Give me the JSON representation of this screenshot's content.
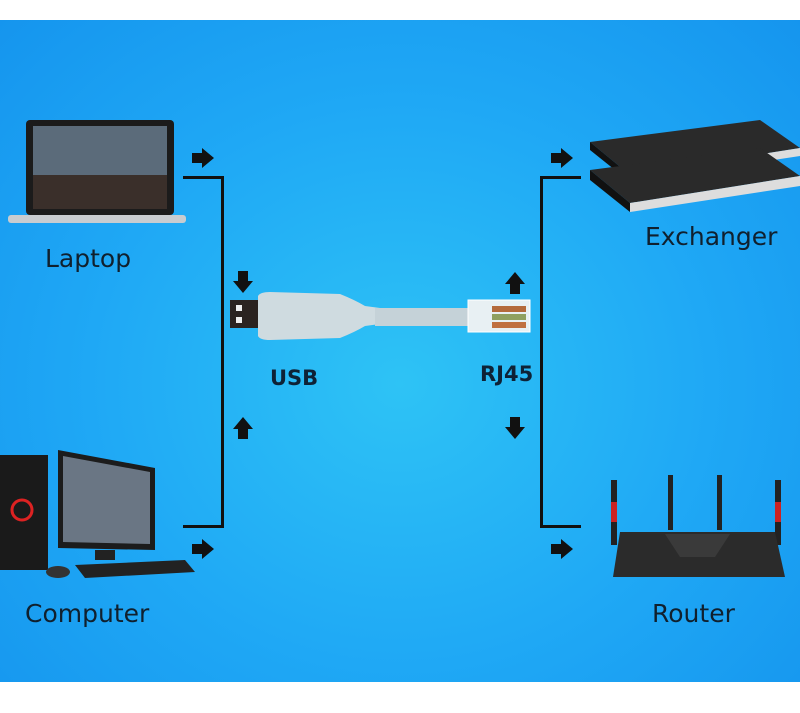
{
  "labels": {
    "laptop": "Laptop",
    "computer": "Computer",
    "exchanger": "Exchanger",
    "router": "Router",
    "usb": "USB",
    "rj45": "RJ45"
  },
  "colors": {
    "background": "#1fa8f5",
    "connector_line": "#111111",
    "cable": "#c9d6dc"
  },
  "icons": [
    "laptop-icon",
    "computer-icon",
    "network-switch-icon",
    "router-icon",
    "usb-rj45-cable-icon",
    "arrow-right-icon",
    "arrow-down-icon",
    "arrow-up-icon"
  ]
}
